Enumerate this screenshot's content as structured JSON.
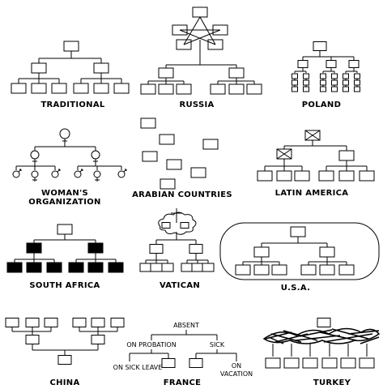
{
  "captions": {
    "traditional": "TRADITIONAL",
    "russia": "RUSSIA",
    "poland": "POLAND",
    "womans_org_line1": "WOMAN'S",
    "womans_org_line2": "ORGANIZATION",
    "arabian": "ARABIAN COUNTRIES",
    "latin_america": "LATIN AMERICA",
    "south_africa": "SOUTH AFRICA",
    "vatican": "VATICAN",
    "usa": "U.S.A.",
    "china": "CHINA",
    "france": "FRANCE",
    "turkey": "TURKEY"
  },
  "france_labels": {
    "absent": "ABSENT",
    "on_probation": "ON PROBATION",
    "sick": "SICK",
    "on_sick_leave": "ON SICK LEAVE",
    "on_vacation_line1": "ON",
    "on_vacation_line2": "VACATION"
  }
}
